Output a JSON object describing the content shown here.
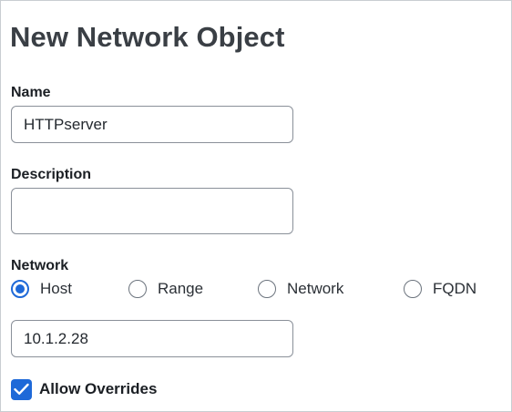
{
  "dialog": {
    "title": "New Network Object"
  },
  "name_field": {
    "label": "Name",
    "value": "HTTPserver"
  },
  "description_field": {
    "label": "Description",
    "value": ""
  },
  "network_field": {
    "label": "Network",
    "options": [
      {
        "label": "Host",
        "selected": true
      },
      {
        "label": "Range",
        "selected": false
      },
      {
        "label": "Network",
        "selected": false
      },
      {
        "label": "FQDN",
        "selected": false
      }
    ],
    "value": "10.1.2.28"
  },
  "allow_overrides": {
    "label": "Allow Overrides",
    "checked": true
  },
  "colors": {
    "accent": "#1e69d8",
    "border": "#8a9099"
  }
}
